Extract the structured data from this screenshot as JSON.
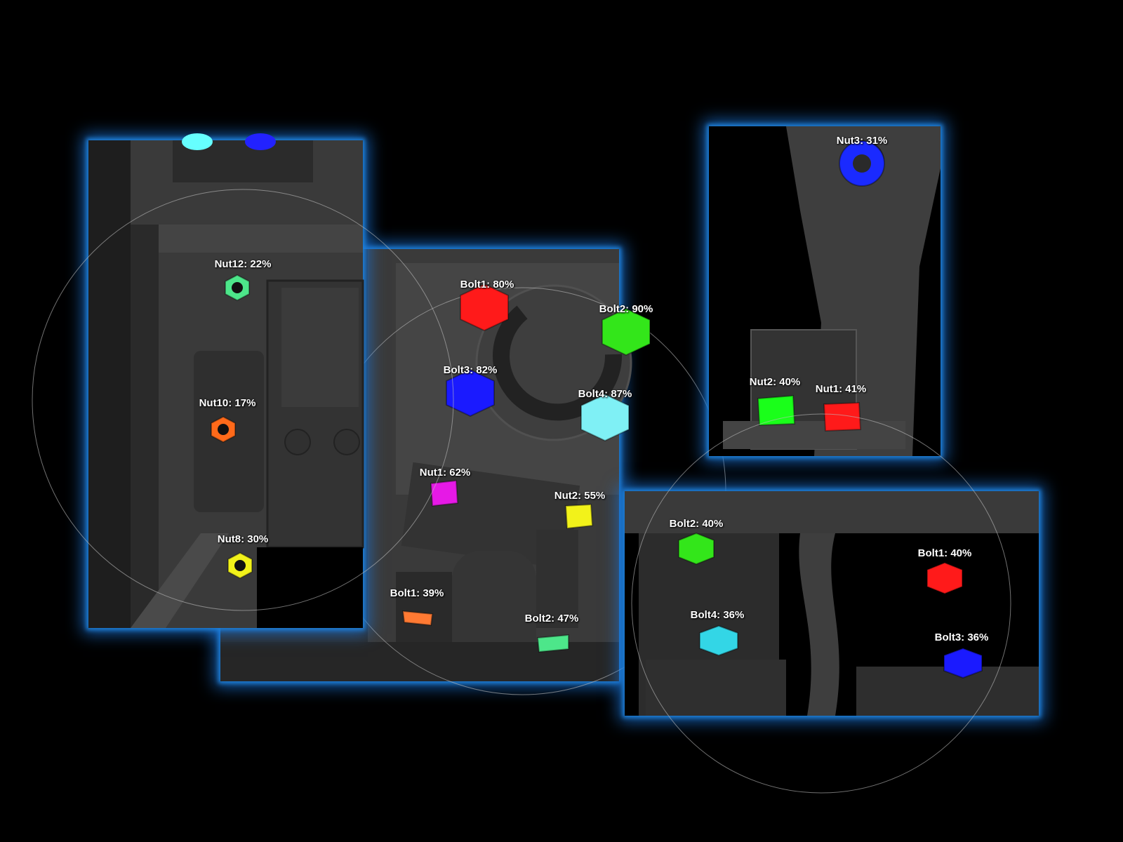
{
  "panels": {
    "center": {
      "detections": [
        {
          "label": "Bolt1: 80%",
          "color": "#ff1a1a"
        },
        {
          "label": "Bolt2: 90%",
          "color": "#33e61a"
        },
        {
          "label": "Bolt3: 82%",
          "color": "#1a1aff"
        },
        {
          "label": "Bolt4: 87%",
          "color": "#7ff0f5"
        },
        {
          "label": "Nut1: 62%",
          "color": "#e619e6"
        },
        {
          "label": "Nut2: 55%",
          "color": "#f2f21a"
        },
        {
          "label": "Bolt1: 39%",
          "color": "#ff7a33"
        },
        {
          "label": "Bolt2: 47%",
          "color": "#4de68a"
        }
      ]
    },
    "left": {
      "detections": [
        {
          "label": "Nut12: 22%",
          "color": "#4de68a"
        },
        {
          "label": "Nut10: 17%",
          "color": "#ff6a1a"
        },
        {
          "label": "Nut8: 30%",
          "color": "#f2f21a"
        }
      ]
    },
    "top_right": {
      "detections": [
        {
          "label": "Nut3: 31%",
          "color": "#1a2aff"
        },
        {
          "label": "Nut2: 40%",
          "color": "#1aff1a"
        },
        {
          "label": "Nut1: 41%",
          "color": "#ff1a1a"
        }
      ]
    },
    "bottom_right": {
      "detections": [
        {
          "label": "Bolt2: 40%",
          "color": "#33e61a"
        },
        {
          "label": "Bolt1: 40%",
          "color": "#ff1a1a"
        },
        {
          "label": "Bolt4: 36%",
          "color": "#33d6e6"
        },
        {
          "label": "Bolt3: 36%",
          "color": "#1a1aff"
        }
      ]
    }
  }
}
